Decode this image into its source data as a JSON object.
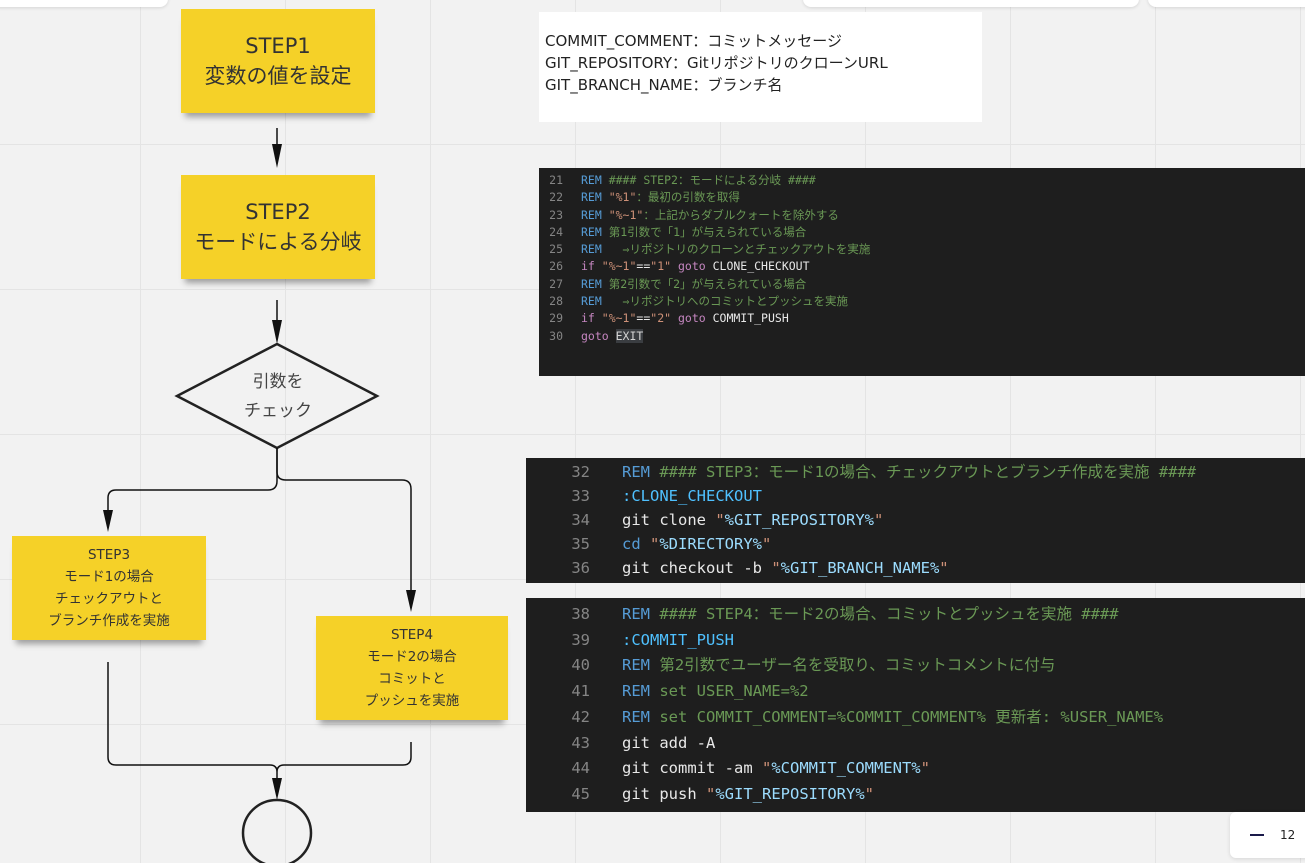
{
  "flowchart": {
    "step1": {
      "title": "STEP1",
      "lines": [
        "変数の値を設定"
      ]
    },
    "step2": {
      "title": "STEP2",
      "lines": [
        "モードによる分岐"
      ]
    },
    "decision": {
      "lines": [
        "引数を",
        "チェック"
      ]
    },
    "step3": {
      "title": "STEP3",
      "lines": [
        "モード1の場合",
        "チェックアウトと",
        "ブランチ作成を実施"
      ]
    },
    "step4": {
      "title": "STEP4",
      "lines": [
        "モード2の場合",
        "コミットと",
        "プッシュを実施"
      ]
    },
    "sticky_color": "#f5d128"
  },
  "variables_card": {
    "lines": [
      "COMMIT_COMMENT：コミットメッセージ",
      "GIT_REPOSITORY：GitリポジトリのクローンURL",
      "GIT_BRANCH_NAME：ブランチ名"
    ]
  },
  "code_blocks": [
    {
      "lines": [
        {
          "n": "21",
          "tokens": [
            [
              "kw",
              "REM "
            ],
            [
              "cm",
              "#### STEP2：モードによる分岐 ####"
            ]
          ]
        },
        {
          "n": "22",
          "tokens": [
            [
              "kw",
              "REM "
            ],
            [
              "st",
              "\"%1\""
            ],
            [
              "cm",
              "：最初の引数を取得"
            ]
          ]
        },
        {
          "n": "23",
          "tokens": [
            [
              "kw",
              "REM "
            ],
            [
              "st",
              "\"%~1\""
            ],
            [
              "cm",
              "：上記からダブルクォートを除外する"
            ]
          ]
        },
        {
          "n": "24",
          "tokens": [
            [
              "kw",
              "REM "
            ],
            [
              "cm",
              "第1引数で「1」が与えられている場合"
            ]
          ]
        },
        {
          "n": "25",
          "tokens": [
            [
              "kw",
              "REM "
            ],
            [
              "cm",
              "  ⇒リポジトリのクローンとチェックアウトを実施"
            ]
          ]
        },
        {
          "n": "26",
          "tokens": [
            [
              "pl",
              "if "
            ],
            [
              "st",
              "\"%~1\""
            ],
            [
              "wh",
              "=="
            ],
            [
              "st",
              "\"1\""
            ],
            [
              "pl",
              " goto "
            ],
            [
              "wh",
              "CLONE_CHECKOUT"
            ]
          ]
        },
        {
          "n": "27",
          "tokens": [
            [
              "kw",
              "REM "
            ],
            [
              "cm",
              "第2引数で「2」が与えられている場合"
            ]
          ]
        },
        {
          "n": "28",
          "tokens": [
            [
              "kw",
              "REM "
            ],
            [
              "cm",
              "  ⇒リポジトリへのコミットとプッシュを実施"
            ]
          ]
        },
        {
          "n": "29",
          "tokens": [
            [
              "pl",
              "if "
            ],
            [
              "st",
              "\"%~1\""
            ],
            [
              "wh",
              "=="
            ],
            [
              "st",
              "\"2\""
            ],
            [
              "pl",
              " goto "
            ],
            [
              "wh",
              "COMMIT_PUSH"
            ]
          ]
        },
        {
          "n": "30",
          "tokens": [
            [
              "pl",
              "goto "
            ],
            [
              "hl",
              "EXIT"
            ]
          ]
        }
      ]
    },
    {
      "lines": [
        {
          "n": "32",
          "tokens": [
            [
              "kw",
              "REM "
            ],
            [
              "cm",
              "#### STEP3：モード1の場合、チェックアウトとブランチ作成を実施 ####"
            ]
          ]
        },
        {
          "n": "33",
          "tokens": [
            [
              "lb",
              ":CLONE_CHECKOUT"
            ]
          ]
        },
        {
          "n": "34",
          "tokens": [
            [
              "wh",
              "git clone "
            ],
            [
              "st",
              "\""
            ],
            [
              "vr",
              "%GIT_REPOSITORY%"
            ],
            [
              "st",
              "\""
            ]
          ]
        },
        {
          "n": "35",
          "tokens": [
            [
              "kw",
              "cd "
            ],
            [
              "st",
              "\""
            ],
            [
              "vr",
              "%DIRECTORY%"
            ],
            [
              "st",
              "\""
            ]
          ]
        },
        {
          "n": "36",
          "tokens": [
            [
              "wh",
              "git checkout -b "
            ],
            [
              "st",
              "\""
            ],
            [
              "vr",
              "%GIT_BRANCH_NAME%"
            ],
            [
              "st",
              "\""
            ]
          ]
        }
      ]
    },
    {
      "lines": [
        {
          "n": "38",
          "tokens": [
            [
              "kw",
              "REM "
            ],
            [
              "cm",
              "#### STEP4：モード2の場合、コミットとプッシュを実施 ####"
            ]
          ]
        },
        {
          "n": "39",
          "tokens": [
            [
              "lb",
              ":COMMIT_PUSH"
            ]
          ]
        },
        {
          "n": "40",
          "tokens": [
            [
              "kw",
              "REM "
            ],
            [
              "cm",
              "第2引数でユーザー名を受取り、コミットコメントに付与"
            ]
          ]
        },
        {
          "n": "41",
          "tokens": [
            [
              "kw",
              "REM "
            ],
            [
              "cm",
              "set USER_NAME=%2"
            ]
          ]
        },
        {
          "n": "42",
          "tokens": [
            [
              "kw",
              "REM "
            ],
            [
              "cm",
              "set COMMIT_COMMENT=%COMMIT_COMMENT% 更新者: %USER_NAME%"
            ]
          ]
        },
        {
          "n": "43",
          "tokens": [
            [
              "wh",
              "git add -A"
            ]
          ]
        },
        {
          "n": "44",
          "tokens": [
            [
              "wh",
              "git commit -am "
            ],
            [
              "st",
              "\""
            ],
            [
              "vr",
              "%COMMIT_COMMENT%"
            ],
            [
              "st",
              "\""
            ]
          ]
        },
        {
          "n": "45",
          "tokens": [
            [
              "wh",
              "git push "
            ],
            [
              "st",
              "\""
            ],
            [
              "vr",
              "%GIT_REPOSITORY%"
            ],
            [
              "st",
              "\""
            ]
          ]
        }
      ]
    }
  ],
  "zoom_control": {
    "minus_icon": "minus-icon",
    "value": "12"
  }
}
